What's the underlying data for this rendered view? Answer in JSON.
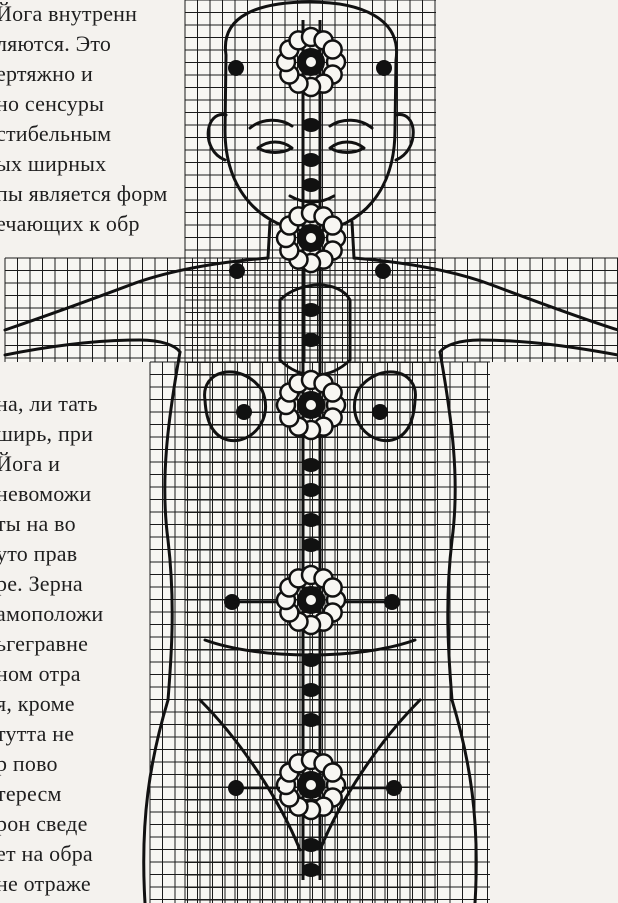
{
  "page": {
    "text_lines": [
      "Йога внутренн",
      "ляются. Это",
      "ертяжно и",
      "но сенсуры",
      "стибельным",
      "ых ширных",
      "пы является форм",
      "ечающих к обр",
      "",
      "",
      "",
      "",
      "",
      "на, ли тать",
      "ширь, при",
      "  Йога и",
      "невоможи",
      "ты на во",
      "уто прав",
      "ре. Зерна",
      "амоположи",
      "ьгегравне",
      "ном отра",
      "я, кроме",
      "тутта не",
      "р пово",
      "тересм",
      "рон сведе",
      "ет на обра",
      "не отраже"
    ]
  },
  "figure": {
    "colors": {
      "grid": "#1a1a1a",
      "ink": "#111111",
      "paper": "#f4f2ee"
    }
  }
}
